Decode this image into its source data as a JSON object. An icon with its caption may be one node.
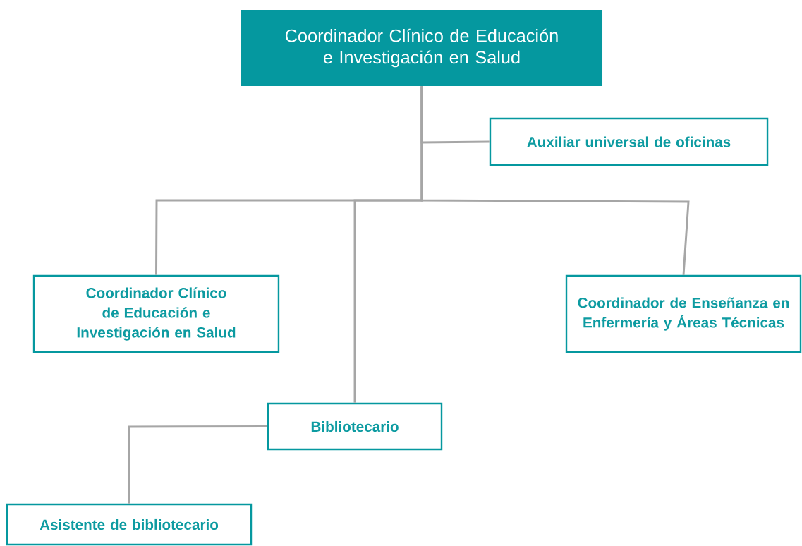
{
  "diagram": {
    "nodes": [
      {
        "text": [
          "Coordinador Clínico de Educación e Investigación en Salud"
        ]
      },
      {
        "text": [
          "Auxiliar universal de oficinas"
        ]
      },
      {
        "text": [
          "Coordinador Clínico de Educación e Investigación en Salud"
        ]
      },
      {
        "text": [
          "Coordinador de Enseñanza en Enfermería y Áreas Técnicas"
        ]
      },
      {
        "text": [
          "Bibliotecario"
        ]
      },
      {
        "text": [
          "Asistente de bibliotecario"
        ]
      }
    ],
    "edges": [
      {
        "from": 0,
        "to": 1,
        "arrow": "none"
      },
      {
        "from": 0,
        "to": 2,
        "arrow": "none"
      },
      {
        "from": 0,
        "to": 4,
        "arrow": "none"
      },
      {
        "from": 0,
        "to": 3,
        "arrow": "none"
      },
      {
        "from": 4,
        "to": 5,
        "arrow": "none"
      }
    ]
  }
}
